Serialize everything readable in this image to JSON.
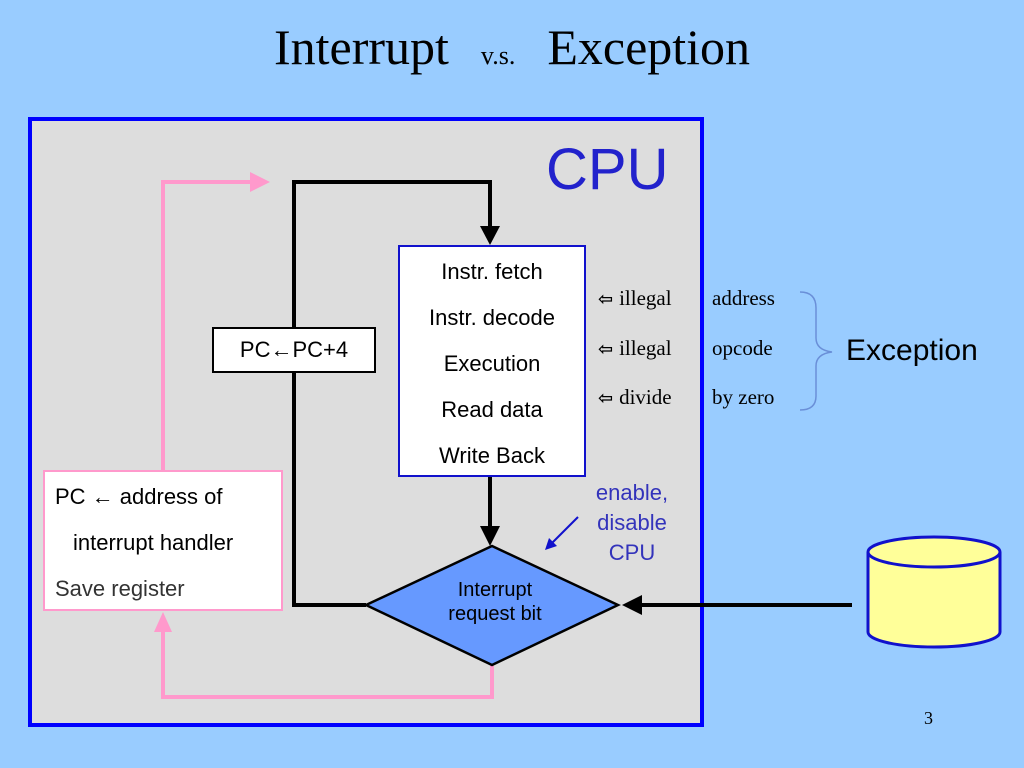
{
  "title": {
    "left": "Interrupt",
    "middle": "v.s.",
    "right": "Exception"
  },
  "cpu_label": "CPU",
  "pipeline": {
    "stages": [
      "Instr. fetch",
      "Instr. decode",
      "Execution",
      "Read data",
      "Write Back"
    ]
  },
  "pc_increment": "PC←PC+4",
  "handler": {
    "line1": "PC ← address of",
    "line2": "interrupt handler",
    "line3": "Save register"
  },
  "exceptions": [
    {
      "word1": "illegal",
      "word2": "address"
    },
    {
      "word1": "illegal",
      "word2": "opcode"
    },
    {
      "word1": "divide",
      "word2": "by zero"
    }
  ],
  "exception_label": "Exception",
  "enable_note": [
    "enable,",
    "disable",
    "CPU"
  ],
  "interrupt_request": [
    "Interrupt",
    "request bit"
  ],
  "page_number": "3",
  "colors": {
    "background": "#99ccff",
    "cpu_border": "#0000ff",
    "cpu_fill": "#dddddd",
    "pink": "#ff99cc",
    "diamond": "#6699ff",
    "device": "#ffff99"
  },
  "icons": {
    "exception_arrow": "left-arrow-icon",
    "device": "disk-cylinder-icon"
  }
}
